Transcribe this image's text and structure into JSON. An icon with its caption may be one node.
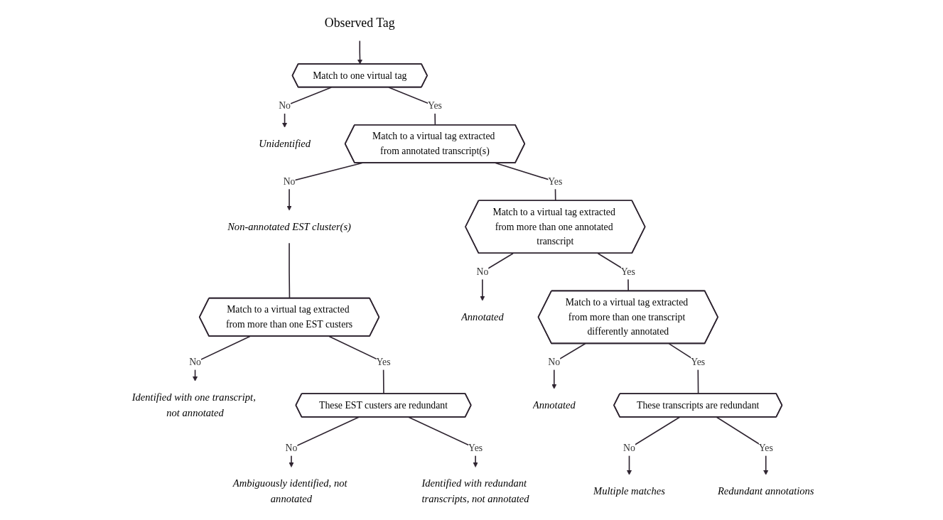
{
  "diagram": {
    "nodes": [
      {
        "text": [
          "Observed Tag"
        ]
      },
      {
        "text": [
          "Match to one virtual tag"
        ]
      },
      {
        "text": [
          "Unidentified"
        ]
      },
      {
        "text": [
          "Match to a virtual tag extracted from annotated transcript(s)"
        ]
      },
      {
        "text": [
          "Non-annotated EST cluster(s)"
        ]
      },
      {
        "text": [
          "Match to a virtual tag extracted from more than one annotated transcript"
        ]
      },
      {
        "text": [
          "Annotated"
        ]
      },
      {
        "text": [
          "Match to a virtual tag extracted from more than one EST custers"
        ]
      },
      {
        "text": [
          "Identified with one transcript, not annotated"
        ]
      },
      {
        "text": [
          "These EST custers are redundant"
        ]
      },
      {
        "text": [
          "Ambiguously identified, not annotated"
        ]
      },
      {
        "text": [
          "Identified with redundant transcripts, not annotated"
        ]
      },
      {
        "text": [
          "Match to a virtual tag extracted from more than one transcript differently annotated"
        ]
      },
      {
        "text": [
          "Annotated"
        ]
      },
      {
        "text": [
          "These transcripts are redundant"
        ]
      },
      {
        "text": [
          "Multiple matches"
        ]
      },
      {
        "text": [
          "Redundant annotations"
        ]
      }
    ],
    "edges": [
      {
        "from": 0,
        "to": 1,
        "arrow": "to"
      },
      {
        "from": 1,
        "to": 2,
        "arrow": "to",
        "label": "No"
      },
      {
        "from": 1,
        "to": 3,
        "arrow": "none",
        "label": "Yes"
      },
      {
        "from": 3,
        "to": 4,
        "arrow": "to",
        "label": "No"
      },
      {
        "from": 3,
        "to": 5,
        "arrow": "none",
        "label": "Yes"
      },
      {
        "from": 4,
        "to": 7,
        "arrow": "none"
      },
      {
        "from": 5,
        "to": 6,
        "arrow": "to",
        "label": "No"
      },
      {
        "from": 5,
        "to": 12,
        "arrow": "none",
        "label": "Yes"
      },
      {
        "from": 7,
        "to": 8,
        "arrow": "to",
        "label": "No"
      },
      {
        "from": 7,
        "to": 9,
        "arrow": "none",
        "label": "Yes"
      },
      {
        "from": 9,
        "to": 10,
        "arrow": "to",
        "label": "No"
      },
      {
        "from": 9,
        "to": 11,
        "arrow": "to",
        "label": "Yes"
      },
      {
        "from": 12,
        "to": 13,
        "arrow": "to",
        "label": "No"
      },
      {
        "from": 12,
        "to": 14,
        "arrow": "none",
        "label": "Yes"
      },
      {
        "from": 14,
        "to": 15,
        "arrow": "to",
        "label": "No"
      },
      {
        "from": 14,
        "to": 16,
        "arrow": "to",
        "label": "Yes"
      }
    ]
  }
}
